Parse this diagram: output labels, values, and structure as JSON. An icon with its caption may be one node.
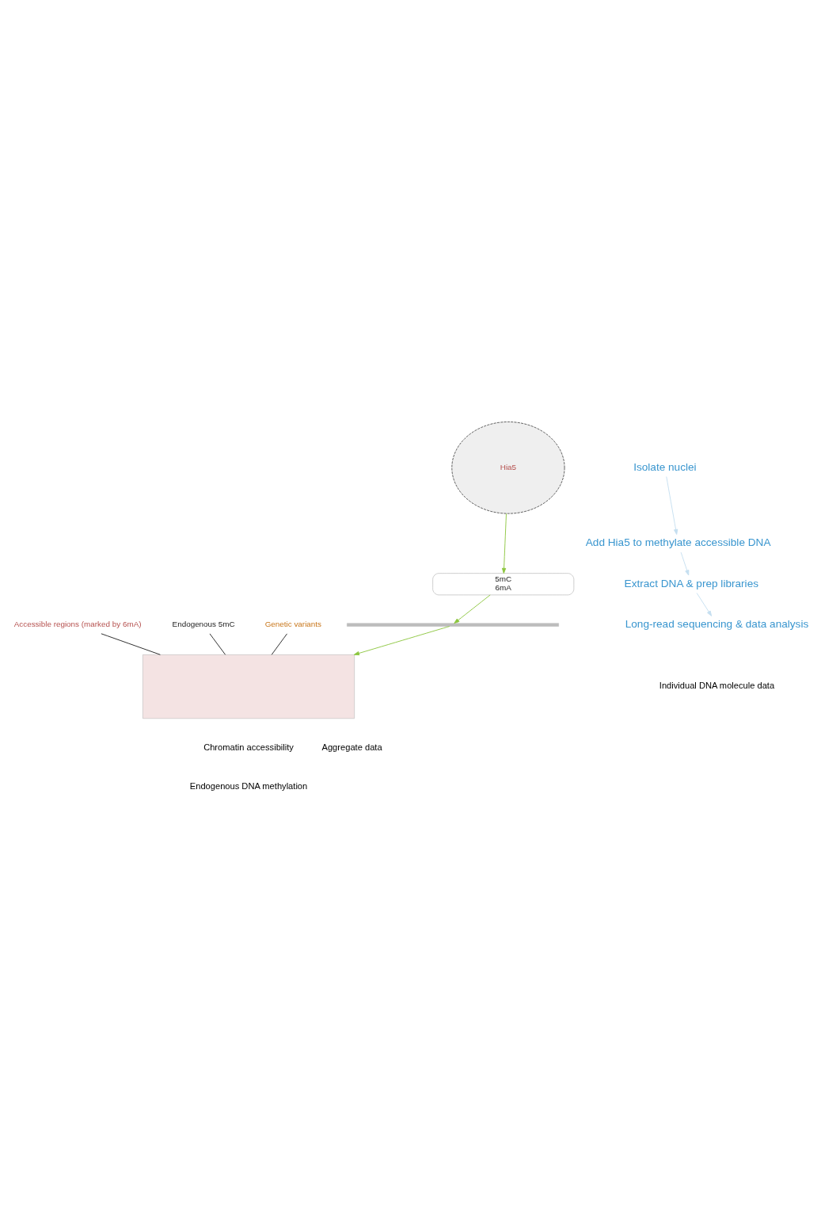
{
  "diagram": {
    "nodes": [
      {
        "text": [
          "Isolate nuclei"
        ]
      },
      {
        "text": [
          "Add Hia5 to methylate accessible DNA"
        ]
      },
      {
        "text": [
          "Extract DNA & prep libraries"
        ]
      },
      {
        "text": [
          "Long-read sequencing & data analysis"
        ]
      },
      {
        "text": [
          "Hia5"
        ]
      },
      {
        "text": [
          "5mC",
          "6mA"
        ]
      },
      {
        "text": [],
        "shape": "bar"
      },
      {
        "text": [],
        "shape": "box"
      },
      {
        "text": [
          "Accessible regions (marked by 6mA)"
        ]
      },
      {
        "text": [
          "Endogenous 5mC"
        ]
      },
      {
        "text": [
          "Genetic variants"
        ]
      }
    ],
    "edges": [
      {
        "from": 0,
        "to": 1,
        "arrow": "to",
        "color": "#c5dff0"
      },
      {
        "from": 1,
        "to": 2,
        "arrow": "to",
        "color": "#c5dff0"
      },
      {
        "from": 2,
        "to": 3,
        "arrow": "to",
        "color": "#c5dff0"
      },
      {
        "from": 4,
        "to": 5,
        "arrow": "to",
        "color": "#8cc63f"
      },
      {
        "from": 5,
        "to": 6,
        "arrow": "to",
        "color": "#8cc63f"
      },
      {
        "from": 6,
        "to": 7,
        "arrow": "to",
        "color": "#8cc63f"
      },
      {
        "from": 8,
        "to": 7,
        "arrow": "none",
        "color": "#222222"
      },
      {
        "from": 9,
        "to": 7,
        "arrow": "none",
        "color": "#222222"
      },
      {
        "from": 10,
        "to": 7,
        "arrow": "none",
        "color": "#222222"
      }
    ],
    "labels": [
      "Individual DNA molecule data",
      "Chromatin accessibility",
      "Endogenous DNA methylation",
      "Aggregate data"
    ]
  }
}
